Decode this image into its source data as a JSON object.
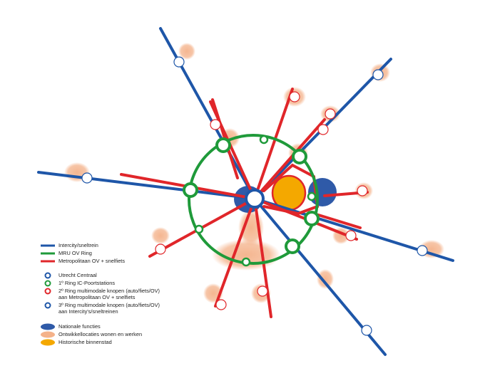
{
  "colors": {
    "intercity": "#1e56a8",
    "mru_ring": "#1f9a3a",
    "metro": "#e0262a",
    "nationale": "#2f5aa8",
    "ontwikkel": "#f4b28a",
    "historisch": "#f4a800"
  },
  "legend": {
    "intercity": "Intercity/sneltrein",
    "mru_ring": "MRU OV Ring",
    "metro": "Metropolitaan OV + snelfiets",
    "utrecht_centraal": "Utrecht Centraal",
    "ring1": "1º Ring IC-Poortstations",
    "ring2_a": "2º Ring multimodale knopen (auto/fiets/OV)",
    "ring2_b": "aan Metropolitaan OV + snelfiets",
    "ring3_a": "3º Ring multimodale knopen (auto/fiets/OV)",
    "ring3_b": "aan Intercity's/sneltreinen",
    "nationale": "Nationale functies",
    "ontwikkel": "Ontwikkellocaties wonen en werken",
    "historisch": "Historische binnenstad"
  }
}
